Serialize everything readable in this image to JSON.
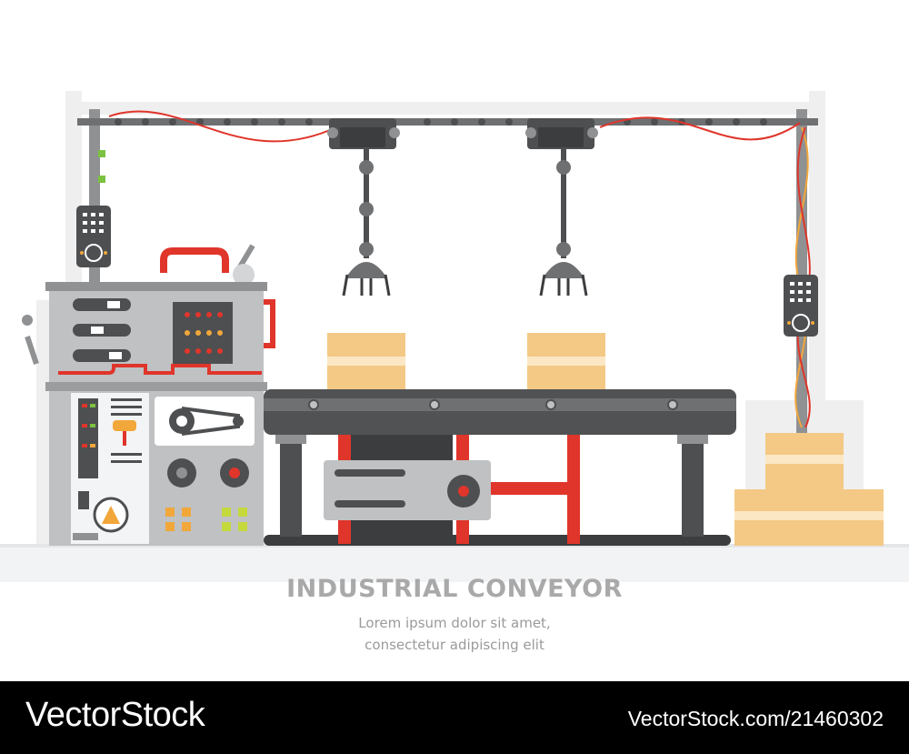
{
  "illustration": {
    "title": "INDUSTRIAL CONVEYOR",
    "subtitle_line1": "Lorem ipsum dolor sit amet,",
    "subtitle_line2": "consectetur adipiscing elit"
  },
  "footer": {
    "brand": "VectorStock",
    "file_id": "VectorStock.com/21460302"
  },
  "palette": {
    "frame_gray": "#8f9193",
    "machine_gray": "#bfc1c3",
    "panel_dark": "#4d4f51",
    "wire_red": "#e0352b",
    "box_tan": "#f3c985",
    "belt_dark": "#505254"
  }
}
